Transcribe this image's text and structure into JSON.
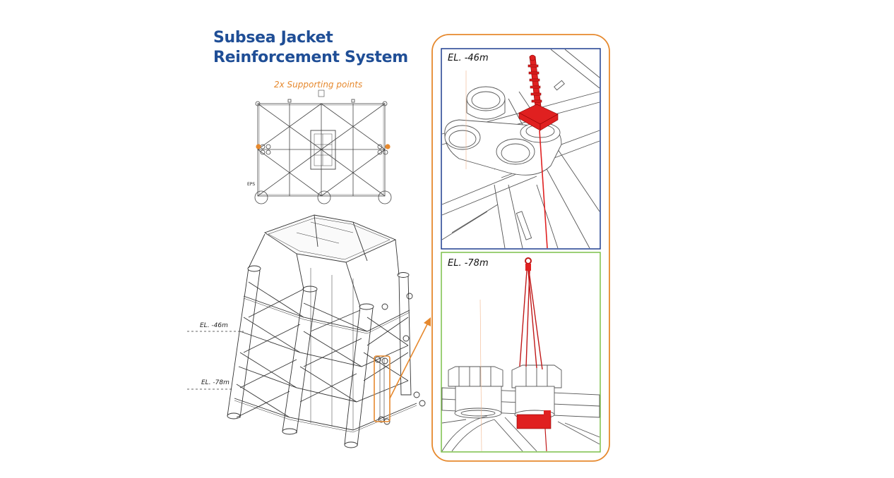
{
  "title": {
    "line1": "Subsea Jacket",
    "line2": "Reinforcement System"
  },
  "subtitle": "2x Supporting points",
  "plan_marker": "EPS",
  "elevations": {
    "upper": "EL. -46m",
    "lower": "EL. -78m"
  },
  "detail_panels": {
    "top_label": "EL. -46m",
    "bottom_label": "EL. -78m"
  },
  "colors": {
    "title": "#1f4e96",
    "accent_orange": "#e6892e",
    "top_panel_border": "#1f3f8f",
    "bottom_panel_border": "#7cc14a",
    "reinforcement_red": "#e02020",
    "line_gray": "#555555"
  }
}
